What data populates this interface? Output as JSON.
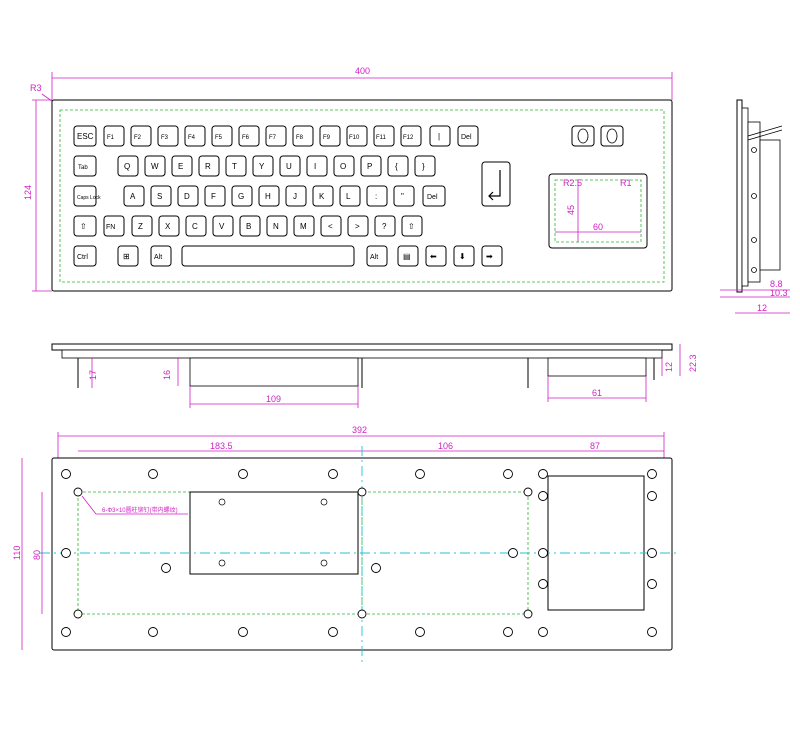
{
  "dims": {
    "top_width": "400",
    "corner_radius": "R3",
    "top_height": "124",
    "pad_r_left": "R2.5",
    "pad_r_right": "R1",
    "pad_height": "45",
    "pad_width": "60",
    "side_a": "8.8",
    "side_b": "10.3",
    "side_c": "12",
    "front_a": "17",
    "front_b": "16",
    "front_c": "109",
    "front_d": "12",
    "front_e": "22.3",
    "front_f": "61",
    "bottom_total": "392",
    "bottom_a": "183.5",
    "bottom_b": "106",
    "bottom_c": "87",
    "bottom_h1": "110",
    "bottom_h2": "80",
    "note": "6-Φ3×10圆柱铆钉(带内螺纹)"
  },
  "keys": {
    "row0": [
      "ESC",
      "F1",
      "F2",
      "F3",
      "F4",
      "F5",
      "F6",
      "F7",
      "F8",
      "F9",
      "F10",
      "F11",
      "F12",
      "|",
      "Del"
    ],
    "row1": [
      "Tab",
      "Q",
      "W",
      "E",
      "R",
      "T",
      "Y",
      "U",
      "I",
      "O",
      "P",
      "{",
      "}"
    ],
    "row2": [
      "Caps Lock",
      "A",
      "S",
      "D",
      "F",
      "G",
      "H",
      "J",
      "K",
      "L",
      ":",
      "\"",
      "Del"
    ],
    "row3": [
      "⇧",
      "FN",
      "Z",
      "X",
      "C",
      "V",
      "B",
      "N",
      "M",
      "<",
      ">",
      "?",
      "⇧"
    ],
    "row4": [
      "Ctrl",
      "⊞",
      "Alt",
      "",
      "Alt",
      "▤",
      "⬅",
      "⬇",
      "➡"
    ]
  }
}
